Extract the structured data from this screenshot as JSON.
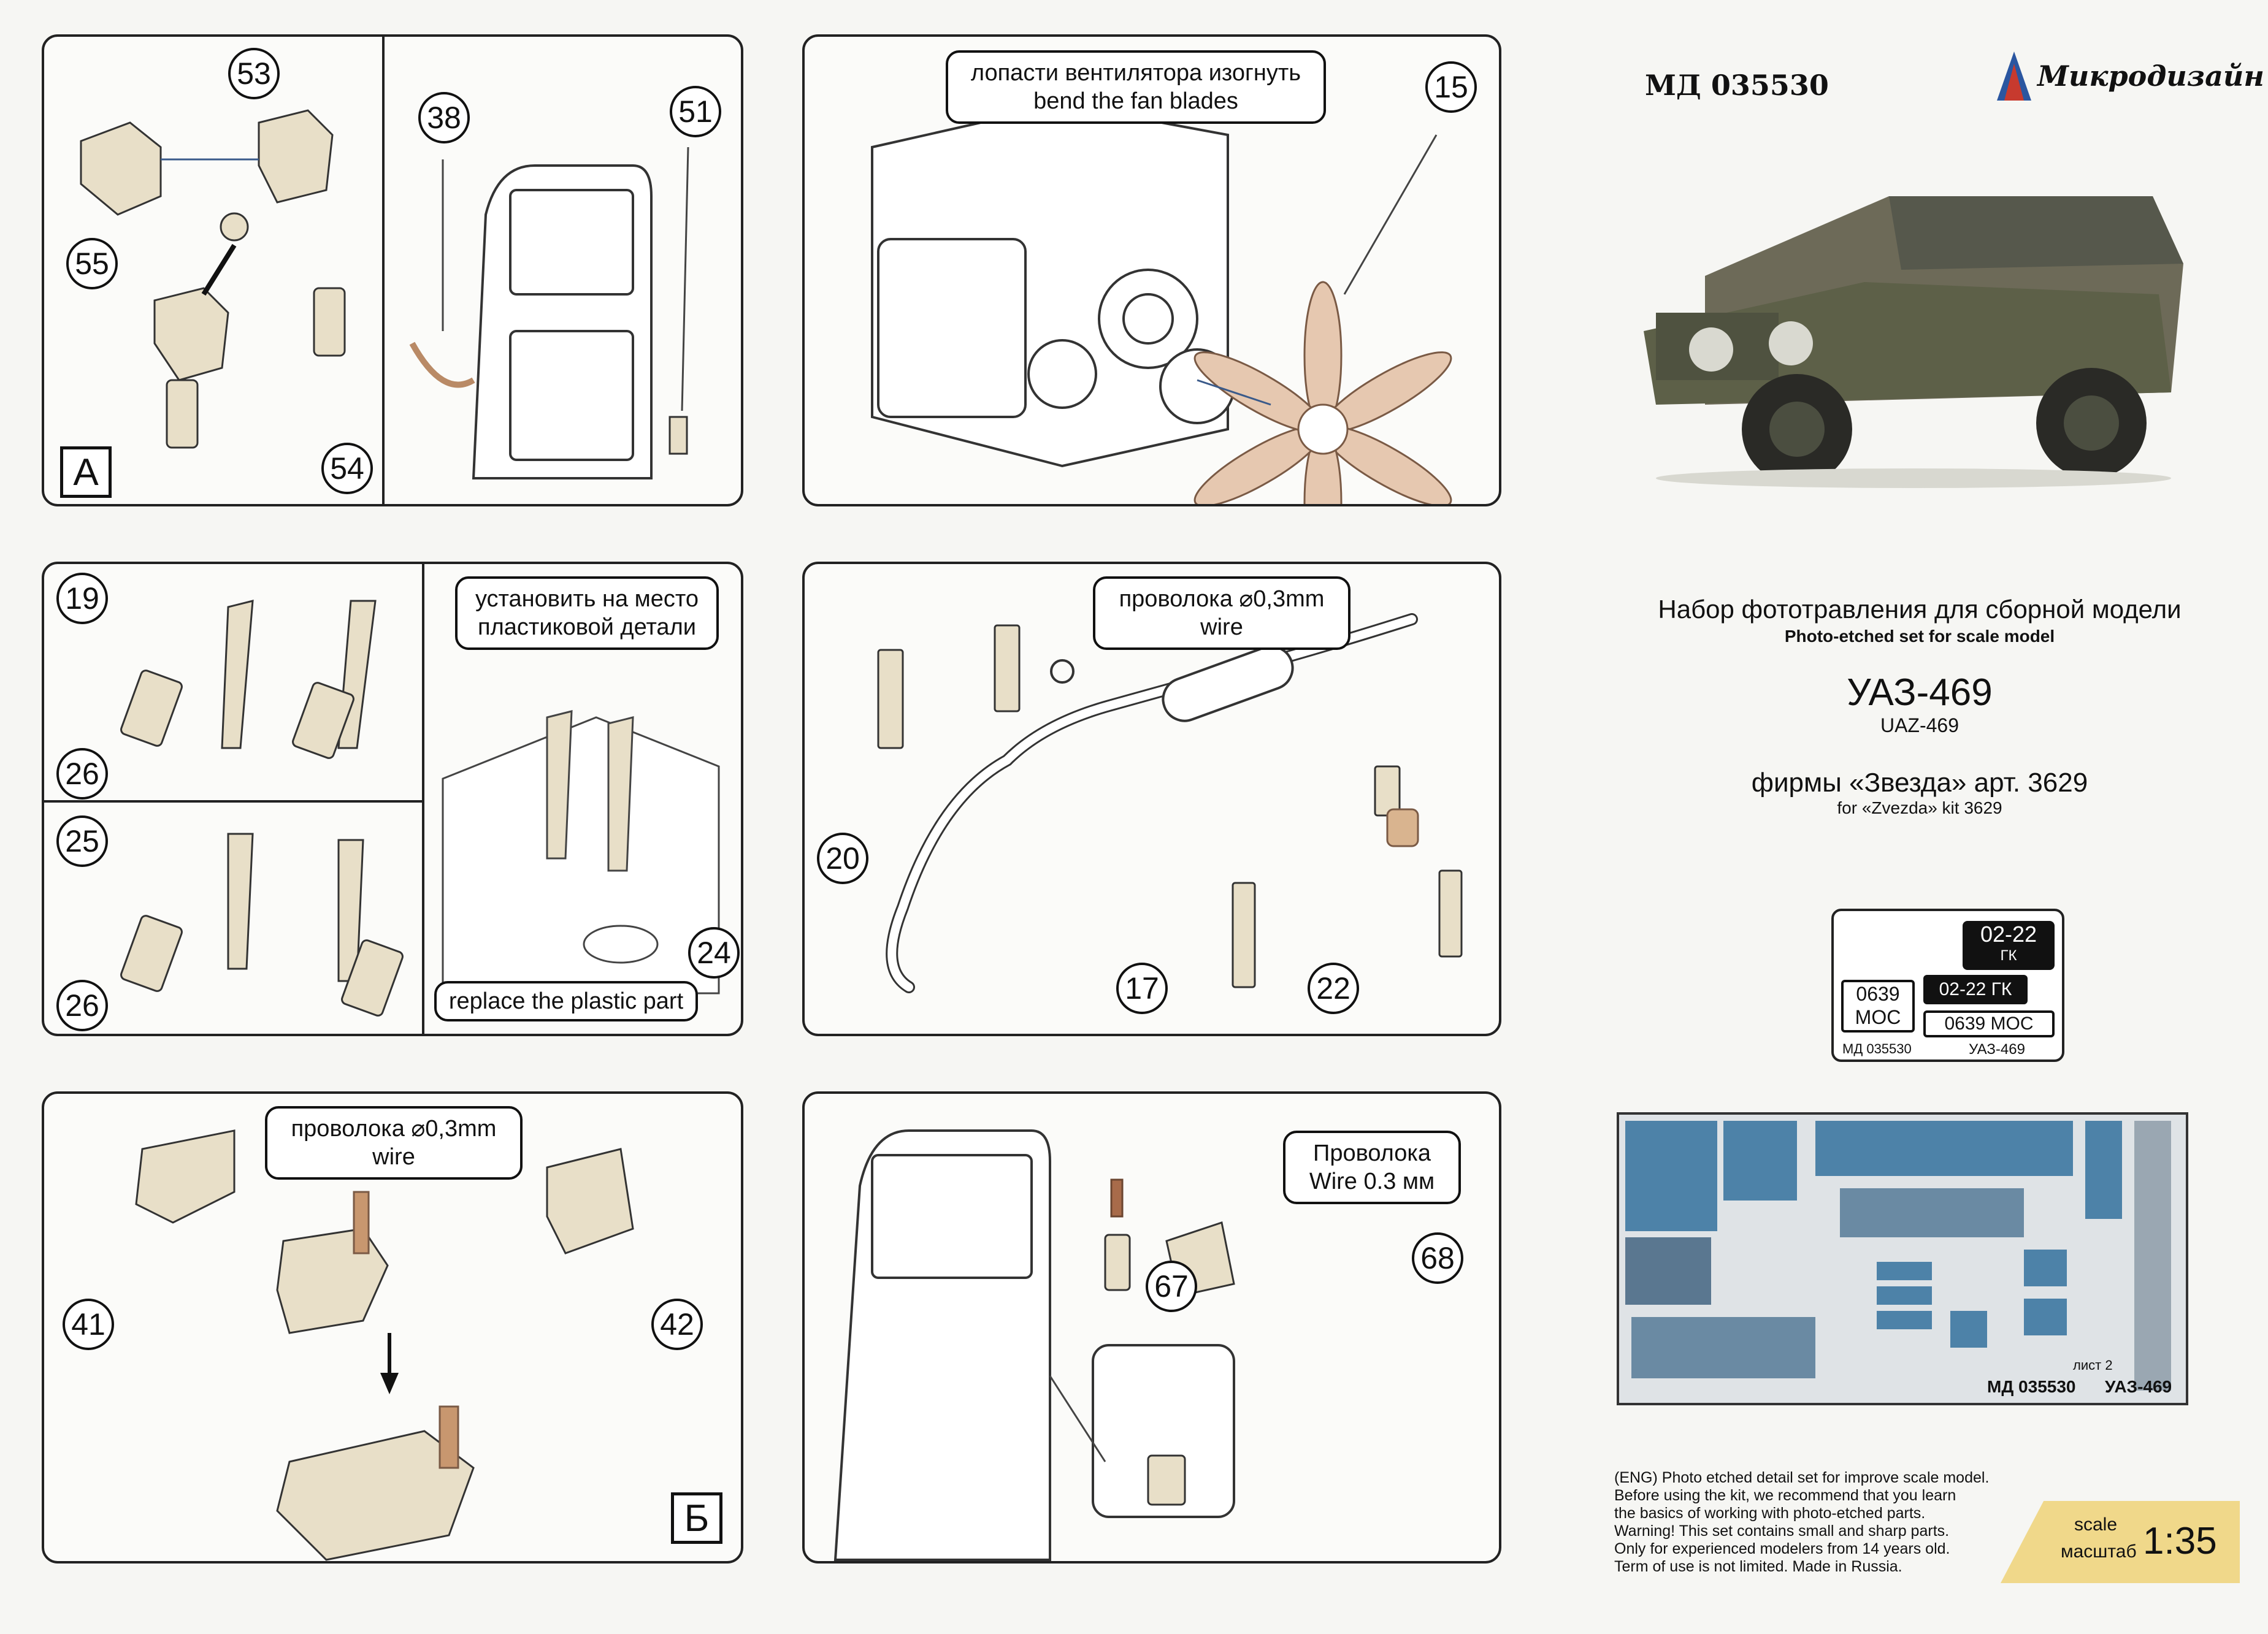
{
  "header": {
    "product_code": "МД 035530",
    "brand": "Микродизайн"
  },
  "title": {
    "ru": "Набор фототравления для сборной модели",
    "en": "Photo-etched set for scale model",
    "model_ru": "УАЗ-469",
    "model_en": "UAZ-469",
    "kit_ru": "фирмы «Звезда» арт. 3629",
    "kit_en": "for «Zvezda» kit 3629"
  },
  "plates": {
    "dash_top": "02-22",
    "dash_top_sub": "ГК",
    "plate_small_1": "0639",
    "plate_small_2": "МОС",
    "plate_long_1": "02-22 ГК",
    "plate_long_2": "0639 МОС",
    "fret_code": "МД 035530",
    "fret_model": "УАЗ-469",
    "sheet_label": "лист 2"
  },
  "notice": {
    "line1": "(ENG) Photo etched detail set for improve scale model.",
    "line2": "Before using the kit, we recommend that you learn",
    "line3": "the basics of working with photo-etched parts.",
    "line4": "Warning! This set contains small and sharp parts.",
    "line5": "Only for experienced modelers from 14 years old.",
    "line6": "Term of use is not limited. Made in Russia."
  },
  "scale": {
    "label_en": "scale",
    "label_ru": "масштаб",
    "value": "1:35"
  },
  "steps": {
    "p1": {
      "n53": "53",
      "n55": "55",
      "n54": "54",
      "label": "А"
    },
    "p2": {
      "n38": "38",
      "n51": "51"
    },
    "p3": {
      "n15": "15",
      "callout_ru": "лопасти вентилятора изогнуть",
      "callout_en": "bend the fan blades"
    },
    "p4": {
      "n19": "19",
      "n26a": "26",
      "n25": "25",
      "n26b": "26"
    },
    "p5": {
      "callout_ru_1": "установить на место",
      "callout_ru_2": "пластиковой детали",
      "n24": "24",
      "callout_en": "replace the plastic part"
    },
    "p6": {
      "callout_ru": "проволока",
      "callout_dia": "⌀0,3mm",
      "callout_en": "wire",
      "n20": "20",
      "n17": "17",
      "n22": "22"
    },
    "p7": {
      "callout_ru": "проволока",
      "callout_dia": "⌀0,3mm",
      "callout_en": "wire",
      "n41": "41",
      "n42": "42",
      "label": "Б"
    },
    "p8": {
      "callout_ru": "Проволока",
      "callout_en": "Wire 0.3 мм",
      "n67": "67",
      "n68": "68"
    }
  },
  "colors": {
    "paper": "#f6f6f3",
    "line": "#222222",
    "part_tan": "#e8dfc8",
    "copper": "#b98a66",
    "fret_blue": "#4d82a8",
    "scale_yellow": "#f0d88a"
  }
}
